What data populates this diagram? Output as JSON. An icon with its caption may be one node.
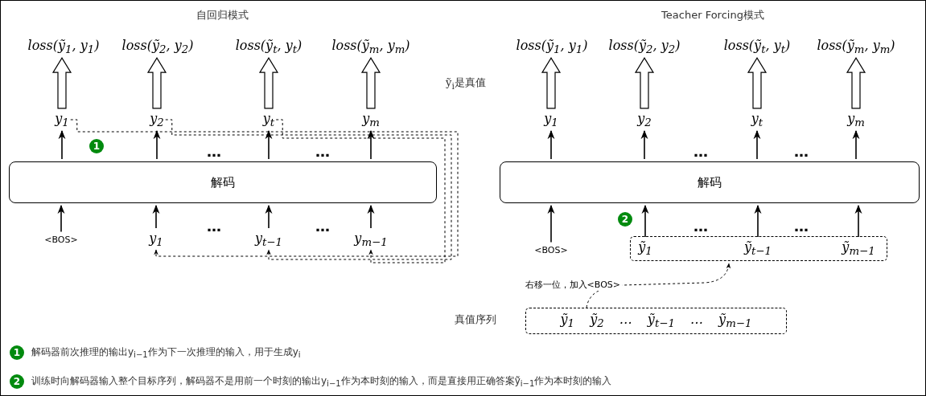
{
  "diagram": {
    "nodes": [
      {
        "text": [
          "loss(ỹ$_{1}$, y$_{1}$)"
        ]
      },
      {
        "text": [
          "loss(ỹ$_{2}$, y$_{2}$)"
        ]
      },
      {
        "text": [
          "loss(ỹ$_{t}$, y$_{t}$)"
        ]
      },
      {
        "text": [
          "loss(ỹ$_{m}$, y$_{m}$)"
        ]
      },
      {
        "text": [
          "y$_{1}$"
        ]
      },
      {
        "text": [
          "y$_{2}$"
        ]
      },
      {
        "text": [
          "y$_{t}$"
        ]
      },
      {
        "text": [
          "y$_{m}$"
        ]
      },
      {
        "text": [
          "解码"
        ]
      },
      {
        "text": [
          "<BOS>"
        ]
      },
      {
        "text": [
          "y$_{1}$"
        ]
      },
      {
        "text": [
          "y$_{t−1}$"
        ]
      },
      {
        "text": [
          "y$_{m−1}$"
        ]
      },
      {
        "text": [
          "1"
        ]
      },
      {
        "text": [
          "loss(ỹ$_{1}$, y$_{1}$)"
        ]
      },
      {
        "text": [
          "loss(ỹ$_{2}$, y$_{2}$)"
        ]
      },
      {
        "text": [
          "loss(ỹ$_{t}$, y$_{t}$)"
        ]
      },
      {
        "text": [
          "loss(ỹ$_{m}$, y$_{m}$)"
        ]
      },
      {
        "text": [
          "y$_{1}$"
        ]
      },
      {
        "text": [
          "y$_{2}$"
        ]
      },
      {
        "text": [
          "y$_{t}$"
        ]
      },
      {
        "text": [
          "y$_{m}$"
        ]
      },
      {
        "text": [
          "解码"
        ]
      },
      {
        "text": [
          "<BOS>"
        ]
      },
      {
        "text": [],
        "shape": "box"
      },
      {
        "text": [
          "ỹ$_{1}$"
        ],
        "in": 24
      },
      {
        "text": [
          "ỹ$_{t−1}$"
        ],
        "in": 24
      },
      {
        "text": [
          "ỹ$_{m−1}$"
        ],
        "in": 24
      },
      {
        "text": [
          "2"
        ]
      },
      {
        "text": [
          "ỹ$_{1}$ ỹ$_{2}$ … ỹ$_{t−1}$ … ỹ$_{m−1}$"
        ]
      },
      {
        "text": [
          "1"
        ],
        "beside": [
          "解码器前次推理的输出y$_{i−1}$作为下一次推理的输入，用于生成y$_{i}$"
        ]
      },
      {
        "text": [
          "2"
        ],
        "beside": [
          "训练时向解码器输入整个目标序列，解码器不是用前一个时刻的输出y$_{i−1}$作为本时刻的输入，而是直接用正确答案ỹ$_{i−1}$作为本时刻的输入"
        ]
      }
    ],
    "edges": [
      {
        "from": 4,
        "to": 0,
        "arrow": "to",
        "style": "thick"
      },
      {
        "from": 5,
        "to": 1,
        "arrow": "to",
        "style": "thick"
      },
      {
        "from": 6,
        "to": 2,
        "arrow": "to",
        "style": "thick"
      },
      {
        "from": 7,
        "to": 3,
        "arrow": "to",
        "style": "thick"
      },
      {
        "from": 8,
        "to": 4,
        "arrow": "to"
      },
      {
        "from": 8,
        "to": 5,
        "arrow": "to"
      },
      {
        "from": 8,
        "to": 6,
        "arrow": "to"
      },
      {
        "from": 8,
        "to": 7,
        "arrow": "to"
      },
      {
        "from": 9,
        "to": 8,
        "arrow": "to"
      },
      {
        "from": 10,
        "to": 8,
        "arrow": "to"
      },
      {
        "from": 11,
        "to": 8,
        "arrow": "to"
      },
      {
        "from": 12,
        "to": 8,
        "arrow": "to"
      },
      {
        "from": 4,
        "to": 10,
        "arrow": "to",
        "style": "dashed"
      },
      {
        "from": 5,
        "to": 11,
        "arrow": "to",
        "style": "dashed"
      },
      {
        "from": 6,
        "to": 12,
        "arrow": "to",
        "style": "dashed"
      },
      {
        "from": 18,
        "to": 14,
        "arrow": "to",
        "style": "thick"
      },
      {
        "from": 19,
        "to": 15,
        "arrow": "to",
        "style": "thick"
      },
      {
        "from": 20,
        "to": 16,
        "arrow": "to",
        "style": "thick"
      },
      {
        "from": 21,
        "to": 17,
        "arrow": "to",
        "style": "thick"
      },
      {
        "from": 22,
        "to": 18,
        "arrow": "to"
      },
      {
        "from": 22,
        "to": 19,
        "arrow": "to"
      },
      {
        "from": 22,
        "to": 20,
        "arrow": "to"
      },
      {
        "from": 22,
        "to": 21,
        "arrow": "to"
      },
      {
        "from": 23,
        "to": 22,
        "arrow": "to"
      },
      {
        "from": 25,
        "to": 22,
        "arrow": "to"
      },
      {
        "from": 26,
        "to": 22,
        "arrow": "to"
      },
      {
        "from": 27,
        "to": 22,
        "arrow": "to"
      },
      {
        "from": 29,
        "to": 24,
        "arrow": "to",
        "style": "dashed",
        "label": "右移一位，加入<BOS>"
      }
    ],
    "labels": [
      "自回归模式",
      "Teacher Forcing模式",
      "ỹ$_{i}$是真值",
      "…",
      "…",
      "…",
      "…",
      "…",
      "…",
      "…",
      "…",
      "真值序列"
    ]
  }
}
